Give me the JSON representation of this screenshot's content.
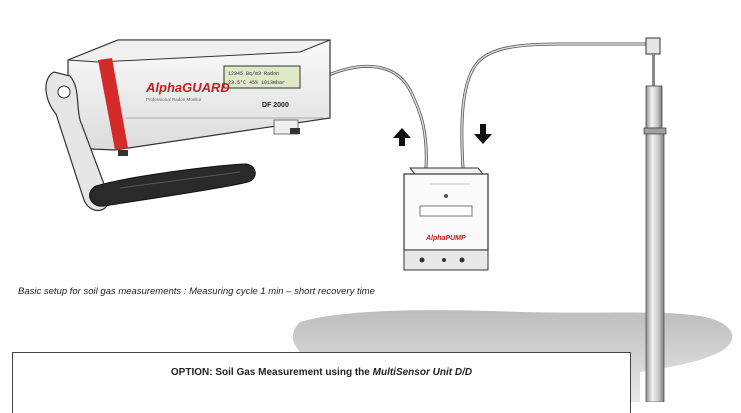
{
  "caption": "Basic setup for soil gas measurements : Measuring cycle 1 min – short recovery time",
  "option": {
    "prefix": "OPTION:  Soil Gas Measurement using the ",
    "emphasis": "MultiSensor Unit D/D"
  },
  "monitor": {
    "brand": "AlphaGUARD",
    "sub_label": "Professional Radon Monitor",
    "model_label": "DF 2000",
    "display_line1": "12345 Bq/m3 Radon",
    "display_line2": "23.5°C 45% 1013mbar"
  },
  "pump": {
    "brand": "AlphaPUMP"
  },
  "colors": {
    "brand_red": "#d42a2a",
    "probe_grey": "#cfcfcf",
    "shadow_grey": "#c9c9c9"
  },
  "icons": {
    "arrow_up": "arrow-up-icon",
    "arrow_down": "arrow-down-icon"
  }
}
